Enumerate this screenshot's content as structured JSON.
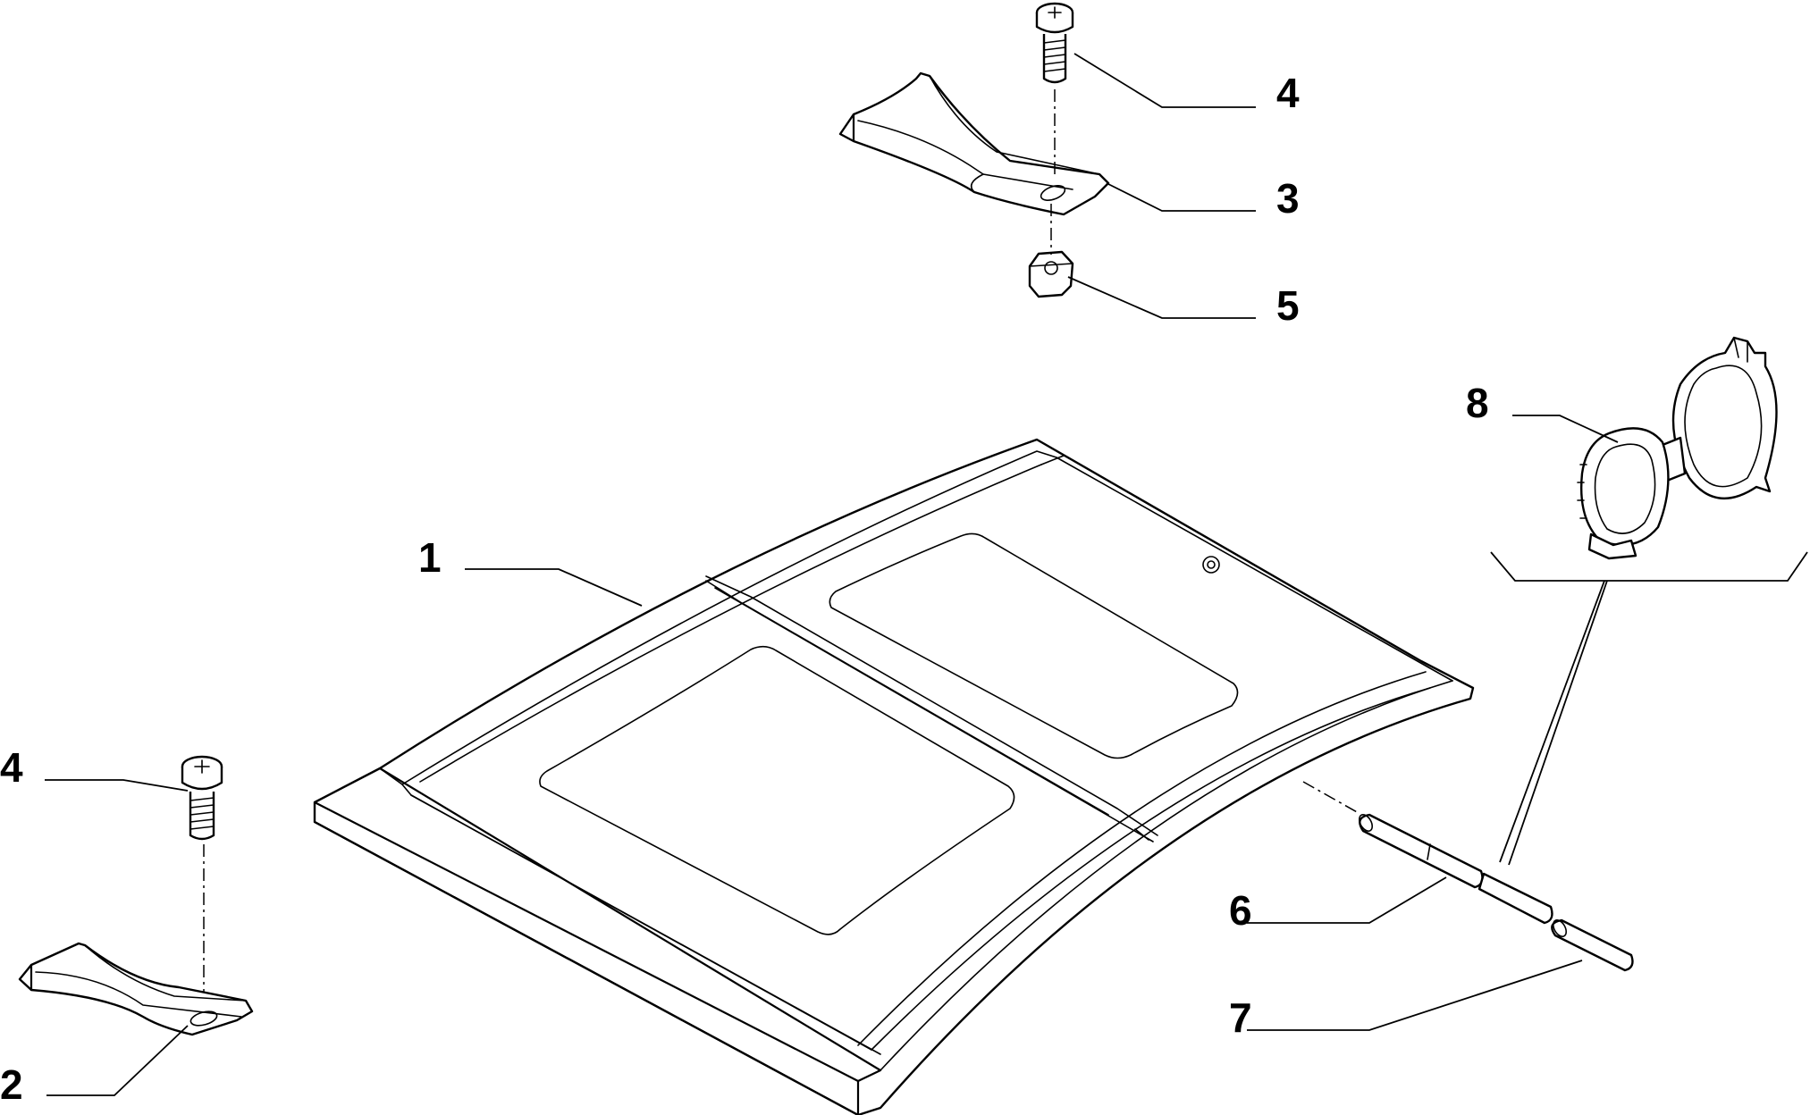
{
  "callouts": {
    "c1": "1",
    "c2": "2",
    "c3": "3",
    "c4a": "4",
    "c4b": "4",
    "c5": "5",
    "c6": "6",
    "c7": "7",
    "c8": "8"
  },
  "icons": {
    "roof_panel": "roof-panel-icon",
    "bracket": "bracket-icon",
    "screw": "screw-icon",
    "nut": "nut-icon",
    "rod": "rod-icon",
    "clip": "hinged-clip-icon"
  }
}
